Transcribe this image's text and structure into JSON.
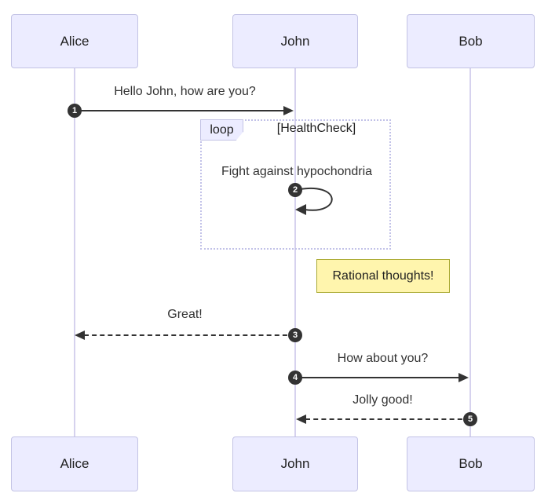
{
  "actors": [
    {
      "name": "Alice"
    },
    {
      "name": "John"
    },
    {
      "name": "Bob"
    }
  ],
  "messages": [
    {
      "seq": "1",
      "text": "Hello John, how are you?",
      "from": "Alice",
      "to": "John",
      "line": "solid"
    },
    {
      "seq": "2",
      "text": "Fight against hypochondria",
      "from": "John",
      "to": "John",
      "line": "self"
    },
    {
      "seq": "3",
      "text": "Great!",
      "from": "John",
      "to": "Alice",
      "line": "dashed"
    },
    {
      "seq": "4",
      "text": "How about you?",
      "from": "John",
      "to": "Bob",
      "line": "solid"
    },
    {
      "seq": "5",
      "text": "Jolly good!",
      "from": "Bob",
      "to": "John",
      "line": "dashed"
    }
  ],
  "loop_frame": {
    "label": "loop",
    "condition": "[HealthCheck]"
  },
  "note": {
    "text": "Rational thoughts!"
  },
  "colors": {
    "actor_fill": "#ECECFF",
    "actor_border": "#c3c3e5",
    "lifeline": "#d6d2ee",
    "arrow": "#333333",
    "badge_fill": "#333333",
    "badge_text": "#ffffff",
    "note_fill": "#fff5ad",
    "note_border": "#aaaa33",
    "loop_border": "#c2c2e8"
  }
}
